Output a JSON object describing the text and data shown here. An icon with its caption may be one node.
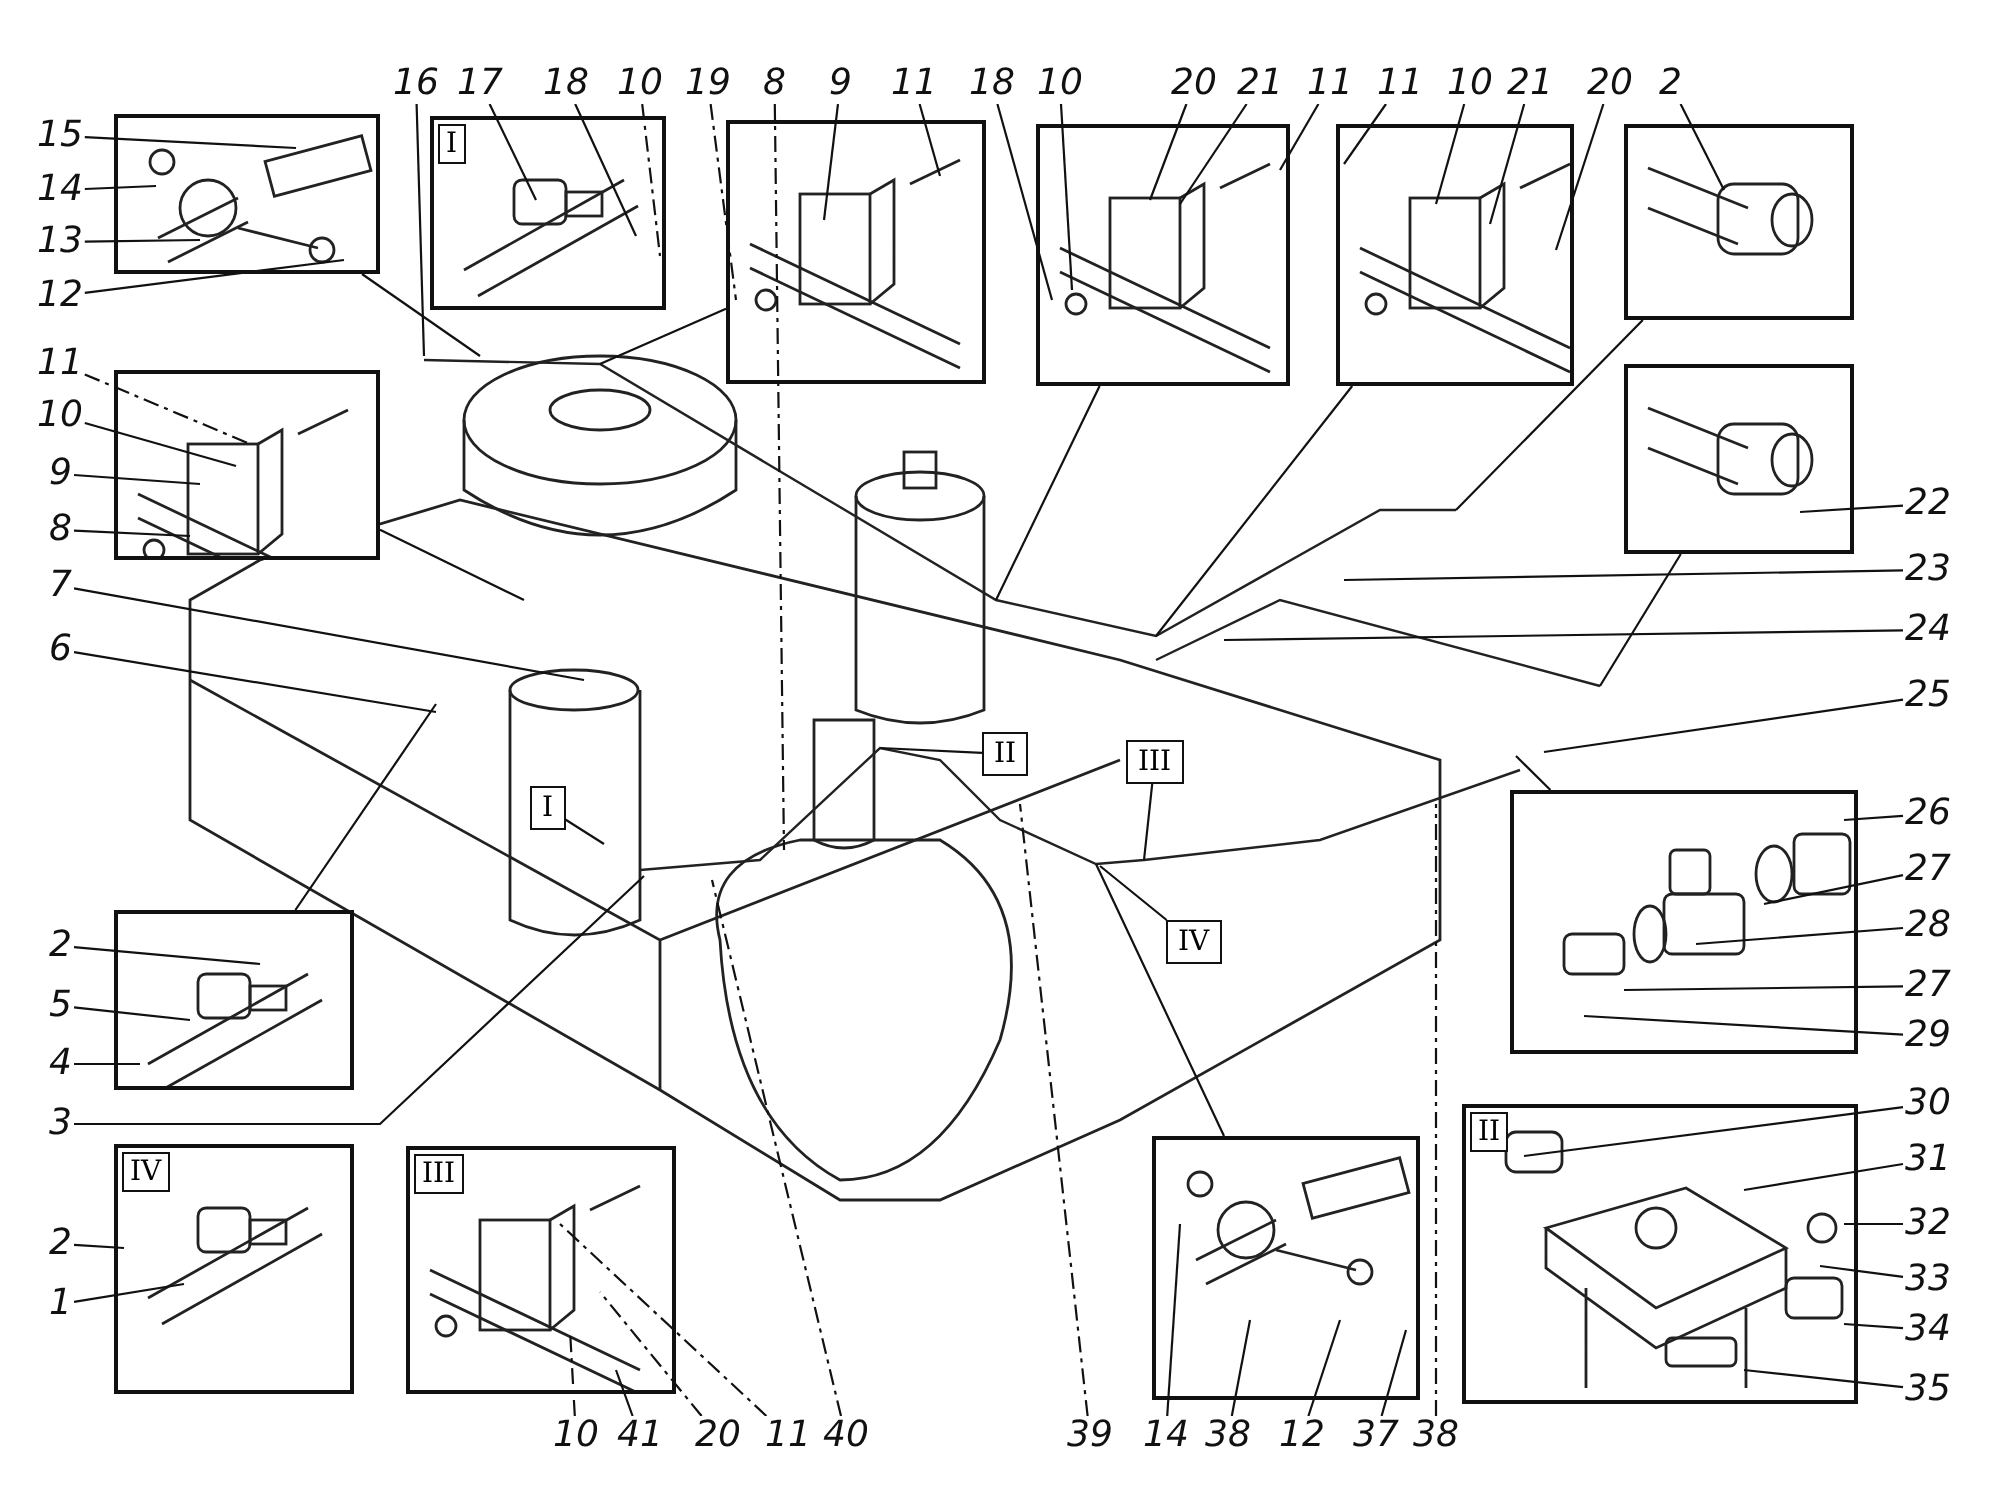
{
  "diagram": {
    "nodes": [
      {
        "text": [
          "16"
        ]
      },
      {
        "text": [
          "17"
        ]
      },
      {
        "text": [
          "18"
        ]
      },
      {
        "text": [
          "10"
        ]
      },
      {
        "text": [
          "19"
        ]
      },
      {
        "text": [
          "8"
        ]
      },
      {
        "text": [
          "9"
        ]
      },
      {
        "text": [
          "11"
        ]
      },
      {
        "text": [
          "18"
        ]
      },
      {
        "text": [
          "10"
        ]
      },
      {
        "text": [
          "20"
        ]
      },
      {
        "text": [
          "21"
        ]
      },
      {
        "text": [
          "11"
        ]
      },
      {
        "text": [
          "11"
        ]
      },
      {
        "text": [
          "10"
        ]
      },
      {
        "text": [
          "21"
        ]
      },
      {
        "text": [
          "20"
        ]
      },
      {
        "text": [
          "2"
        ]
      },
      {
        "text": [],
        "shape": "box"
      },
      {
        "text": [
          "I"
        ]
      },
      {
        "text": [],
        "shape": "box"
      },
      {
        "text": [],
        "shape": "box"
      },
      {
        "text": [],
        "shape": "box"
      },
      {
        "text": [],
        "shape": "box"
      },
      {
        "text": [],
        "shape": "box"
      },
      {
        "text": [],
        "shape": "box"
      },
      {
        "text": [],
        "shape": "box"
      },
      {
        "text": [
          "II"
        ]
      },
      {
        "text": [],
        "shape": "box"
      },
      {
        "text": [
          "IV"
        ]
      },
      {
        "text": [
          "III"
        ]
      },
      {
        "text": [],
        "shape": "box"
      },
      {
        "text": [
          "I"
        ]
      },
      {
        "text": [
          "II"
        ]
      },
      {
        "text": [
          "III"
        ]
      },
      {
        "text": [
          "IV"
        ]
      },
      {
        "text": [
          "15"
        ]
      },
      {
        "text": [
          "14"
        ]
      },
      {
        "text": [
          "13"
        ]
      },
      {
        "text": [
          "12"
        ]
      },
      {
        "text": [
          "11"
        ]
      },
      {
        "text": [
          "10"
        ]
      },
      {
        "text": [
          "9"
        ]
      },
      {
        "text": [
          "8"
        ]
      },
      {
        "text": [
          "7"
        ]
      },
      {
        "text": [
          "6"
        ]
      },
      {
        "text": [
          "2"
        ]
      },
      {
        "text": [
          "5"
        ]
      },
      {
        "text": [
          "4"
        ]
      },
      {
        "text": [
          "3"
        ]
      },
      {
        "text": [
          "2"
        ]
      },
      {
        "text": [
          "1"
        ]
      },
      {
        "text": [
          "22"
        ]
      },
      {
        "text": [
          "23"
        ]
      },
      {
        "text": [
          "24"
        ]
      },
      {
        "text": [
          "25"
        ]
      },
      {
        "text": [
          "26"
        ]
      },
      {
        "text": [
          "27"
        ]
      },
      {
        "text": [
          "28"
        ]
      },
      {
        "text": [
          "27"
        ]
      },
      {
        "text": [
          "29"
        ]
      },
      {
        "text": [
          "30"
        ]
      },
      {
        "text": [
          "31"
        ]
      },
      {
        "text": [
          "32"
        ]
      },
      {
        "text": [
          "33"
        ]
      },
      {
        "text": [
          "34"
        ]
      },
      {
        "text": [
          "35"
        ]
      },
      {
        "text": [
          "10"
        ]
      },
      {
        "text": [
          "41"
        ]
      },
      {
        "text": [
          "20"
        ]
      },
      {
        "text": [
          "11"
        ]
      },
      {
        "text": [
          "40"
        ]
      },
      {
        "text": [
          "39"
        ]
      },
      {
        "text": [
          "14"
        ]
      },
      {
        "text": [
          "38"
        ]
      },
      {
        "text": [
          "12"
        ]
      },
      {
        "text": [
          "37"
        ]
      },
      {
        "text": [
          "38"
        ]
      }
    ],
    "edges": [
      {
        "from": 0,
        "to": null,
        "arrow": "none"
      },
      {
        "from": 1,
        "to": 19,
        "arrow": "none"
      },
      {
        "from": 2,
        "to": 19,
        "arrow": "none"
      },
      {
        "from": 3,
        "to": 19,
        "arrow": "none",
        "style": "dashed"
      },
      {
        "from": 4,
        "to": 20,
        "arrow": "none",
        "style": "dashed"
      },
      {
        "from": 5,
        "to": null,
        "arrow": "none",
        "style": "dashed"
      },
      {
        "from": 6,
        "to": 20,
        "arrow": "none"
      },
      {
        "from": 7,
        "to": 20,
        "arrow": "none"
      },
      {
        "from": 8,
        "to": 21,
        "arrow": "none"
      },
      {
        "from": 9,
        "to": 21,
        "arrow": "none"
      },
      {
        "from": 10,
        "to": 21,
        "arrow": "none"
      },
      {
        "from": 11,
        "to": 21,
        "arrow": "none"
      },
      {
        "from": 12,
        "to": 21,
        "arrow": "none"
      },
      {
        "from": 13,
        "to": 22,
        "arrow": "none"
      },
      {
        "from": 14,
        "to": 22,
        "arrow": "none"
      },
      {
        "from": 15,
        "to": 22,
        "arrow": "none"
      },
      {
        "from": 16,
        "to": 22,
        "arrow": "none"
      },
      {
        "from": 17,
        "to": 23,
        "arrow": "none"
      },
      {
        "from": 18,
        "to": null,
        "arrow": "none"
      },
      {
        "from": 20,
        "to": null,
        "arrow": "none"
      },
      {
        "from": 21,
        "to": null,
        "arrow": "none"
      },
      {
        "from": 22,
        "to": null,
        "arrow": "none"
      },
      {
        "from": 23,
        "to": null,
        "arrow": "none"
      },
      {
        "from": 24,
        "to": null,
        "arrow": "none"
      },
      {
        "from": 25,
        "to": null,
        "arrow": "none"
      },
      {
        "from": 26,
        "to": null,
        "arrow": "none"
      },
      {
        "from": 28,
        "to": null,
        "arrow": "none"
      },
      {
        "from": 31,
        "to": null,
        "arrow": "none"
      },
      {
        "from": 32,
        "to": null,
        "arrow": "none"
      },
      {
        "from": 33,
        "to": null,
        "arrow": "none"
      },
      {
        "from": 34,
        "to": null,
        "arrow": "none"
      },
      {
        "from": 35,
        "to": null,
        "arrow": "none"
      },
      {
        "from": 36,
        "to": 18,
        "arrow": "none"
      },
      {
        "from": 37,
        "to": 18,
        "arrow": "none"
      },
      {
        "from": 38,
        "to": 18,
        "arrow": "none"
      },
      {
        "from": 39,
        "to": 18,
        "arrow": "none"
      },
      {
        "from": 40,
        "to": 24,
        "arrow": "none",
        "style": "dashed"
      },
      {
        "from": 41,
        "to": 24,
        "arrow": "none"
      },
      {
        "from": 42,
        "to": 24,
        "arrow": "none"
      },
      {
        "from": 43,
        "to": 24,
        "arrow": "none"
      },
      {
        "from": 44,
        "to": null,
        "arrow": "none"
      },
      {
        "from": 45,
        "to": null,
        "arrow": "none"
      },
      {
        "from": 46,
        "to": 28,
        "arrow": "none"
      },
      {
        "from": 47,
        "to": 28,
        "arrow": "none"
      },
      {
        "from": 48,
        "to": 28,
        "arrow": "none"
      },
      {
        "from": 49,
        "to": null,
        "arrow": "none"
      },
      {
        "from": 50,
        "to": 29,
        "arrow": "none"
      },
      {
        "from": 51,
        "to": 29,
        "arrow": "none"
      },
      {
        "from": 52,
        "to": 25,
        "arrow": "none"
      },
      {
        "from": 53,
        "to": null,
        "arrow": "none"
      },
      {
        "from": 54,
        "to": null,
        "arrow": "none"
      },
      {
        "from": 55,
        "to": null,
        "arrow": "none"
      },
      {
        "from": 56,
        "to": 26,
        "arrow": "none"
      },
      {
        "from": 57,
        "to": 26,
        "arrow": "none"
      },
      {
        "from": 58,
        "to": 26,
        "arrow": "none"
      },
      {
        "from": 59,
        "to": 26,
        "arrow": "none"
      },
      {
        "from": 60,
        "to": 26,
        "arrow": "none"
      },
      {
        "from": 61,
        "to": 27,
        "arrow": "none"
      },
      {
        "from": 62,
        "to": 27,
        "arrow": "none"
      },
      {
        "from": 63,
        "to": 27,
        "arrow": "none"
      },
      {
        "from": 64,
        "to": 27,
        "arrow": "none"
      },
      {
        "from": 65,
        "to": 27,
        "arrow": "none"
      },
      {
        "from": 66,
        "to": 27,
        "arrow": "none"
      },
      {
        "from": 67,
        "to": 30,
        "arrow": "none",
        "style": "dashed"
      },
      {
        "from": 68,
        "to": 30,
        "arrow": "none"
      },
      {
        "from": 69,
        "to": 30,
        "arrow": "none",
        "style": "dashed"
      },
      {
        "from": 70,
        "to": 30,
        "arrow": "none",
        "style": "dashed"
      },
      {
        "from": 71,
        "to": null,
        "arrow": "none",
        "style": "dashed"
      },
      {
        "from": 72,
        "to": null,
        "arrow": "none",
        "style": "dashed"
      },
      {
        "from": 73,
        "to": 31,
        "arrow": "none"
      },
      {
        "from": 74,
        "to": 31,
        "arrow": "none"
      },
      {
        "from": 75,
        "to": 31,
        "arrow": "none"
      },
      {
        "from": 76,
        "to": 31,
        "arrow": "none"
      },
      {
        "from": 77,
        "to": null,
        "arrow": "none",
        "style": "dashed"
      }
    ]
  }
}
